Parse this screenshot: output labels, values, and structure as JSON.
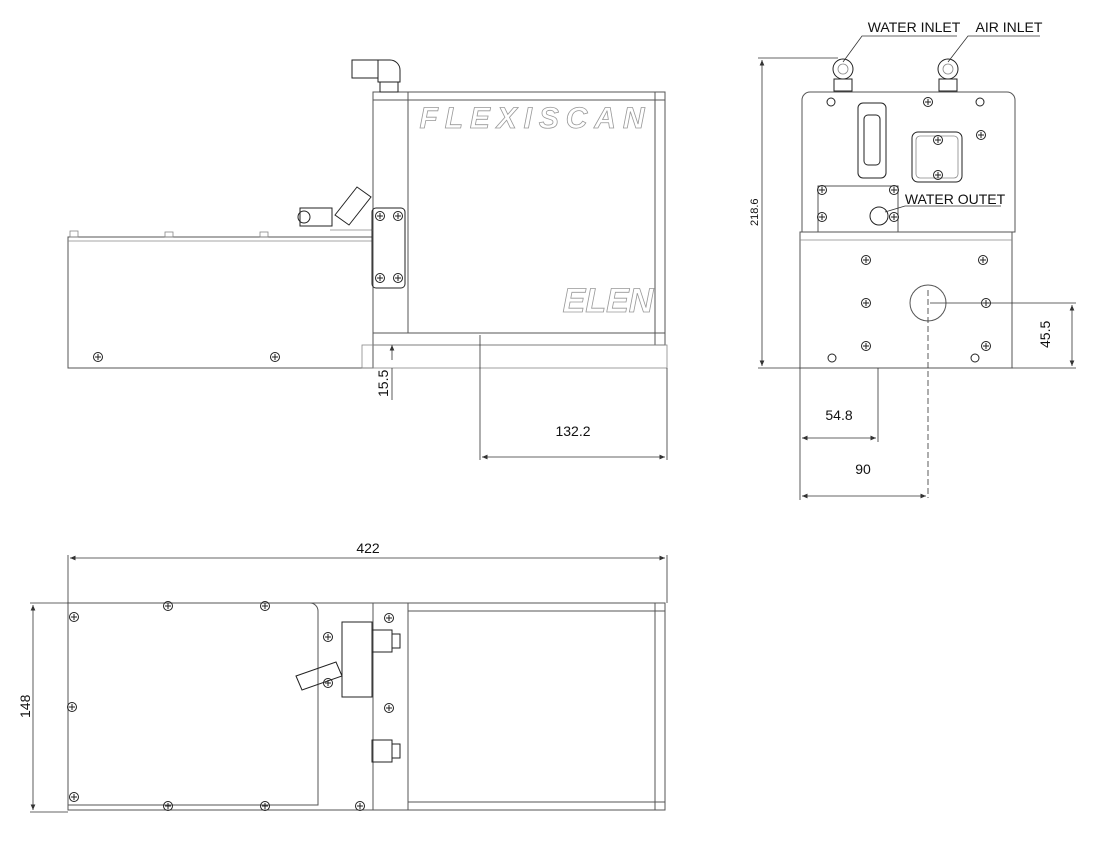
{
  "labels": {
    "water_inlet": "WATER INLET",
    "air_inlet": "AIR INLET",
    "water_outlet": "WATER OUTET"
  },
  "logos": {
    "product": "FLEXISCAN",
    "brand": "ELEN"
  },
  "dimensions": {
    "side_offset": "15.5",
    "side_depth": "132.2",
    "front_height": "218.6",
    "front_center_height": "45.5",
    "front_offset_1": "54.8",
    "front_offset_2": "90",
    "total_length": "422",
    "total_width": "148"
  }
}
